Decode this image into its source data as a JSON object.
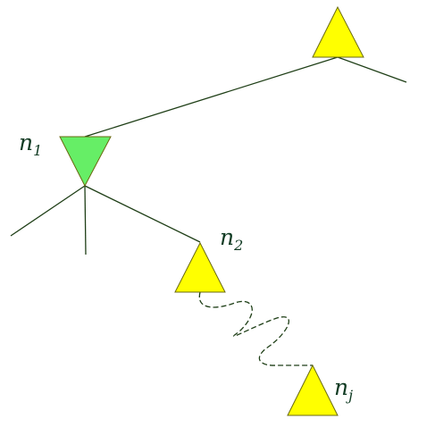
{
  "diagram": {
    "nodes": [
      {
        "id": "root",
        "shape": "triangle-up",
        "fill": "#ffff00",
        "label": null
      },
      {
        "id": "n1",
        "shape": "triangle-down",
        "fill": "#66ee66",
        "label": {
          "base": "n",
          "sub": "1"
        }
      },
      {
        "id": "n2",
        "shape": "triangle-up",
        "fill": "#ffff00",
        "label": {
          "base": "n",
          "sub": "2"
        }
      },
      {
        "id": "nj",
        "shape": "triangle-up",
        "fill": "#ffff00",
        "label": {
          "base": "n",
          "sub": "j"
        }
      }
    ],
    "edges": [
      {
        "from": "root",
        "to": "n1",
        "style": "solid"
      },
      {
        "from": "n1",
        "to": "n2",
        "style": "solid"
      },
      {
        "from": "n2",
        "to": "nj",
        "style": "dashed-wavy"
      }
    ],
    "colors": {
      "line": "#1f3f17",
      "triangle_outline": "#6a6a10",
      "label": "#0f3a22"
    }
  }
}
